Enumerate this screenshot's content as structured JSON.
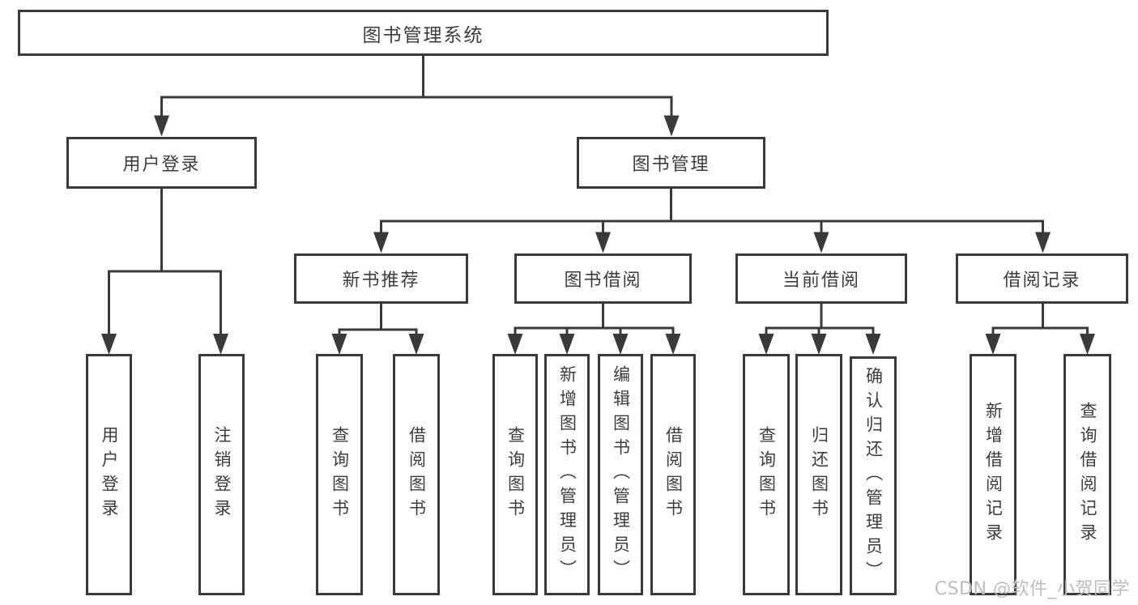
{
  "diagram": {
    "title": "图书管理系统",
    "branches": [
      {
        "label": "用户登录",
        "children": [
          "用户登录",
          "注销登录"
        ]
      },
      {
        "label": "图书管理",
        "sections": [
          {
            "label": "新书推荐",
            "children": [
              "查询图书",
              "借阅图书"
            ]
          },
          {
            "label": "图书借阅",
            "children": [
              "查询图书",
              "新增图书（管理员）",
              "编辑图书（管理员）",
              "借阅图书"
            ]
          },
          {
            "label": "当前借阅",
            "children": [
              "查询图书",
              "归还图书",
              "确认归还（管理员）"
            ]
          },
          {
            "label": "借阅记录",
            "children": [
              "新增借阅记录",
              "查询借阅记录"
            ]
          }
        ]
      }
    ]
  },
  "watermark": {
    "text": "CSDN @软件_小贺同学"
  },
  "colors": {
    "line": "#3a3a3a",
    "text": "#3d3d3d",
    "watermark": "#bdbdbd",
    "background": "#ffffff"
  }
}
